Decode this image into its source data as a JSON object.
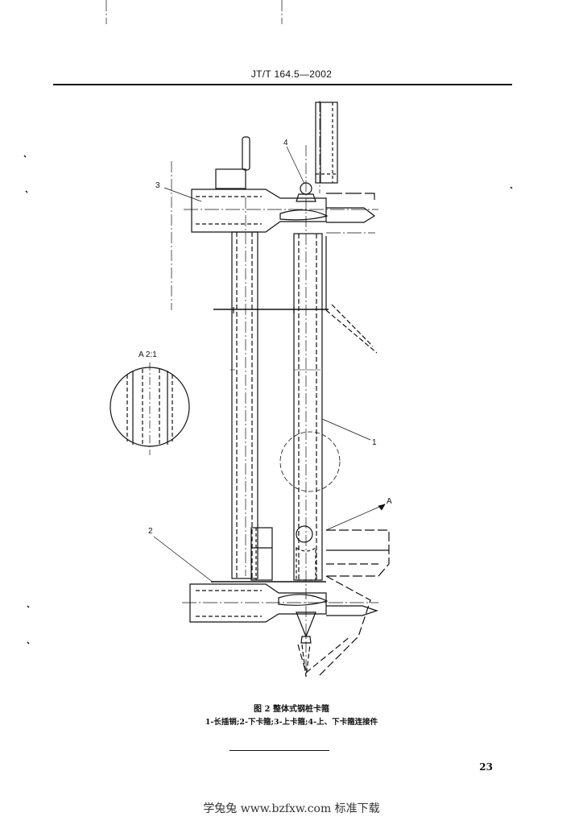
{
  "header": {
    "standard_code": "JT/T 164.5—2002"
  },
  "figure": {
    "title": "图 2   整体式钢桩卡箍",
    "legend": "1-长插销;2-下卡箍;3-上卡箍;4-上、下卡箍连接件",
    "detail_label": "A  2:1",
    "callouts": {
      "c1": "1",
      "c2": "2",
      "c3": "3",
      "c4": "4",
      "cA": "A"
    }
  },
  "page_number": "23",
  "watermark": "学兔兔 www.bzfxw.com 标准下载"
}
